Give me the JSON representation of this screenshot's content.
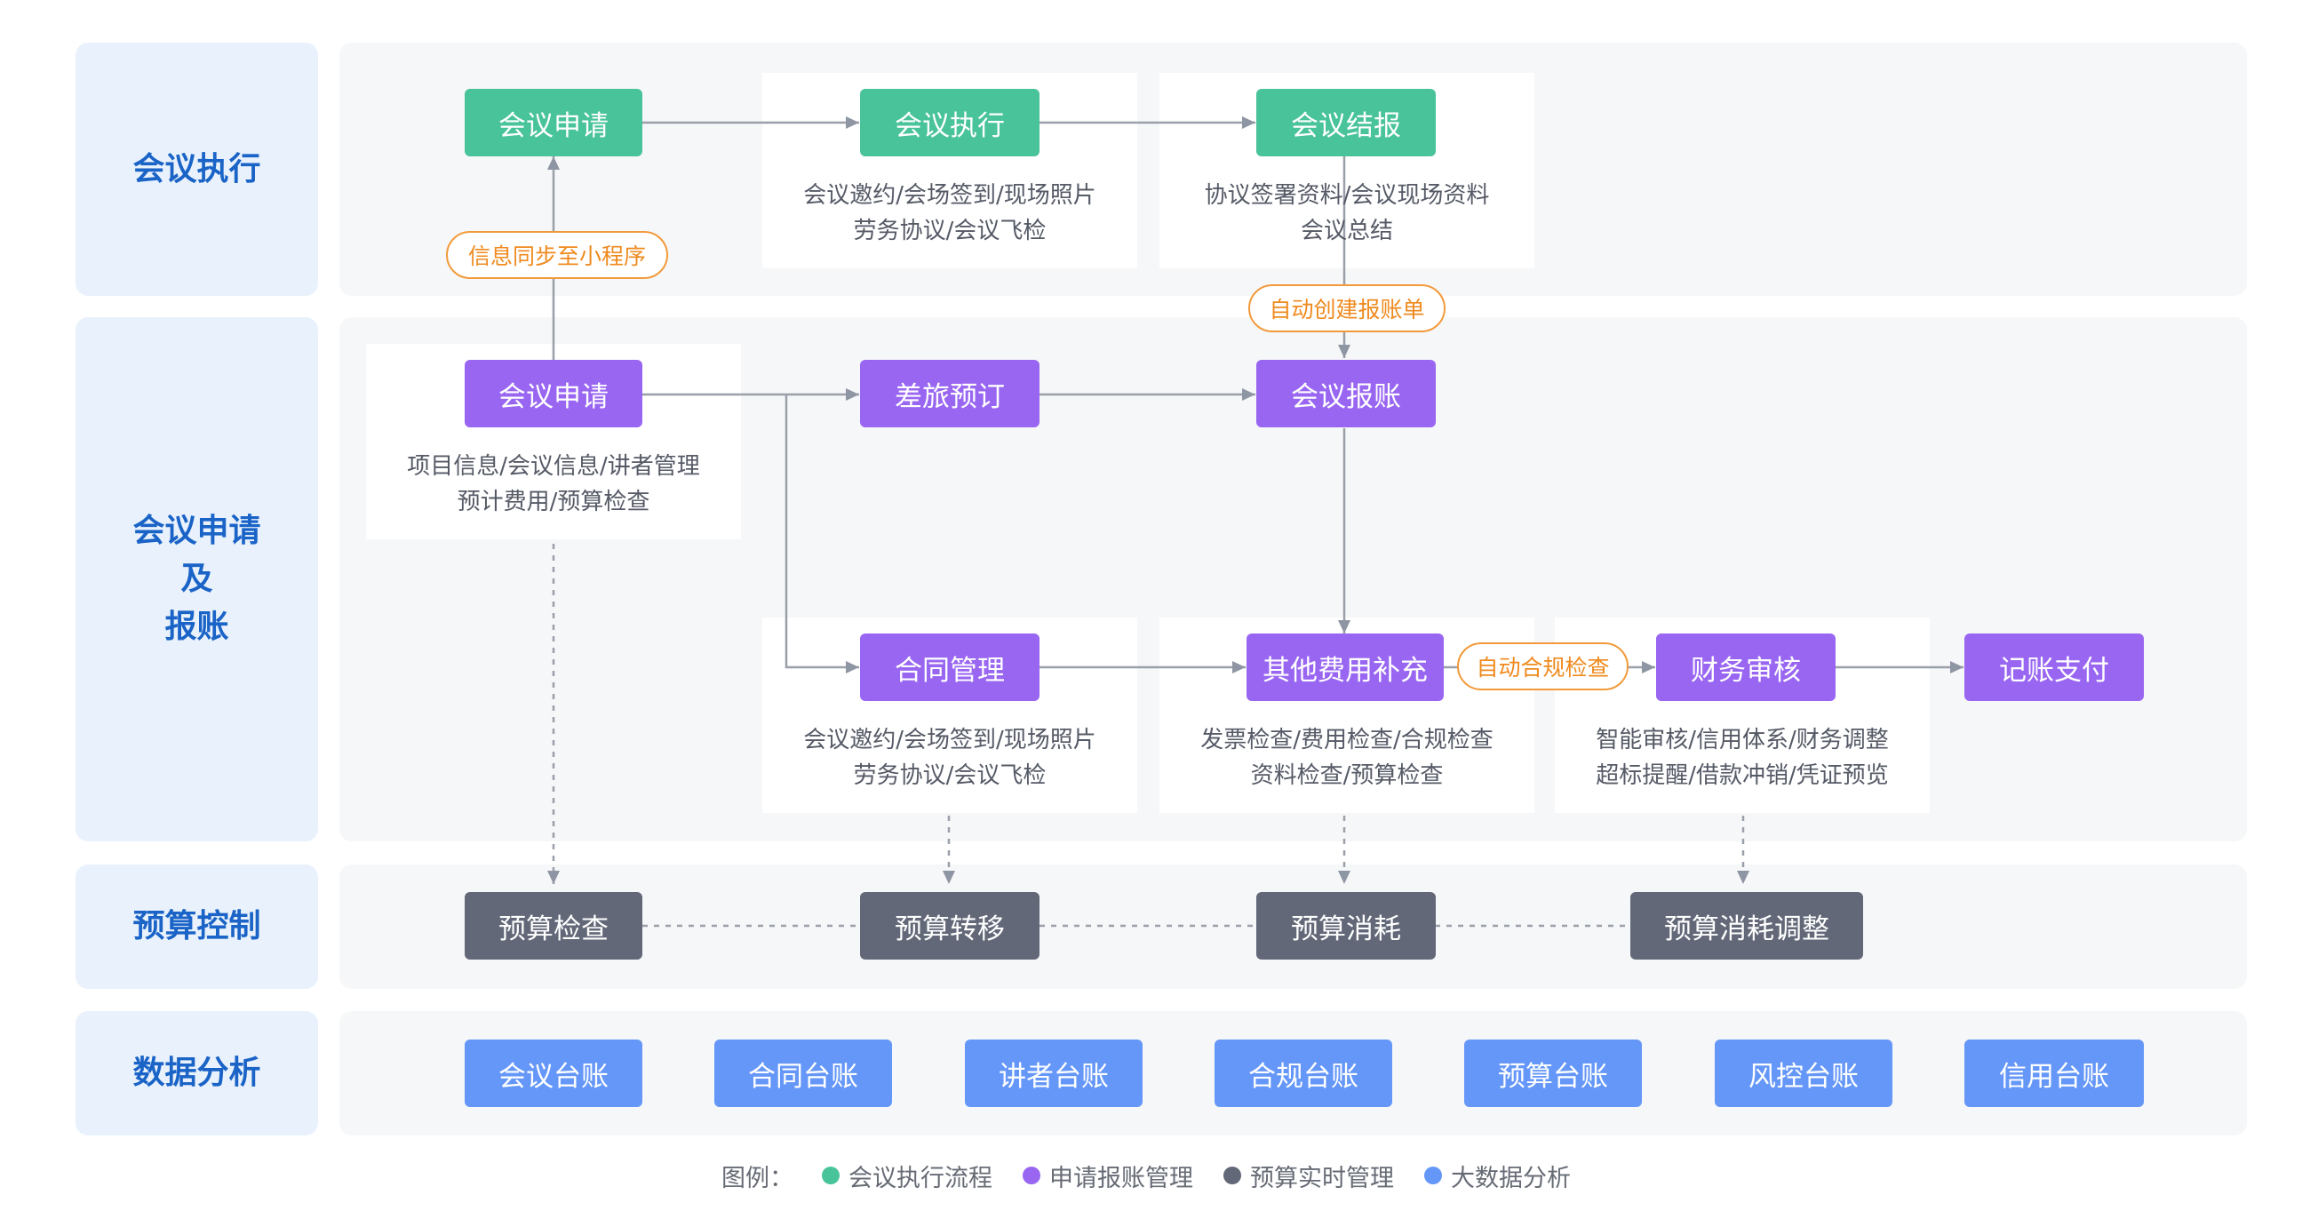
{
  "colors": {
    "execution": "#48c39a",
    "application": "#9966f2",
    "budget": "#626878",
    "analytics": "#6597f8",
    "tag_orange": "#ef8a1e",
    "lane_title": "#1a63c7"
  },
  "lanes": {
    "execution": "会议执行",
    "application": [
      "会议申请",
      "及",
      "报账"
    ],
    "budget": "预算控制",
    "analytics": "数据分析"
  },
  "execution": {
    "node1": "会议申请",
    "node2": "会议执行",
    "node2_desc": [
      "会议邀约/会场签到/现场照片",
      "劳务协议/会议飞检"
    ],
    "node3": "会议结报",
    "node3_desc": [
      "协议签署资料/会议现场资料",
      "会议总结"
    ]
  },
  "tags": {
    "sync": "信息同步至小程序",
    "auto_create": "自动创建报账单",
    "auto_check": "自动合规检查"
  },
  "application": {
    "node1": "会议申请",
    "node1_desc": [
      "项目信息/会议信息/讲者管理",
      "预计费用/预算检查"
    ],
    "travel": "差旅预订",
    "reimburse": "会议报账",
    "contract": "合同管理",
    "contract_desc": [
      "会议邀约/会场签到/现场照片",
      "劳务协议/会议飞检"
    ],
    "other": "其他费用补充",
    "other_desc": [
      "发票检查/费用检查/合规检查",
      "资料检查/预算检查"
    ],
    "finance": "财务审核",
    "finance_desc": [
      "智能审核/信用体系/财务调整",
      "超标提醒/借款冲销/凭证预览"
    ],
    "payment": "记账支付"
  },
  "budget": {
    "check": "预算检查",
    "transfer": "预算转移",
    "consume": "预算消耗",
    "adjust": "预算消耗调整"
  },
  "analytics": {
    "items": [
      "会议台账",
      "合同台账",
      "讲者台账",
      "合规台账",
      "预算台账",
      "风控台账",
      "信用台账"
    ]
  },
  "legend": {
    "title": "图例：",
    "items": [
      {
        "label": "会议执行流程",
        "color": "#48c39a"
      },
      {
        "label": "申请报账管理",
        "color": "#9966f2"
      },
      {
        "label": "预算实时管理",
        "color": "#626878"
      },
      {
        "label": "大数据分析",
        "color": "#6597f8"
      }
    ]
  }
}
